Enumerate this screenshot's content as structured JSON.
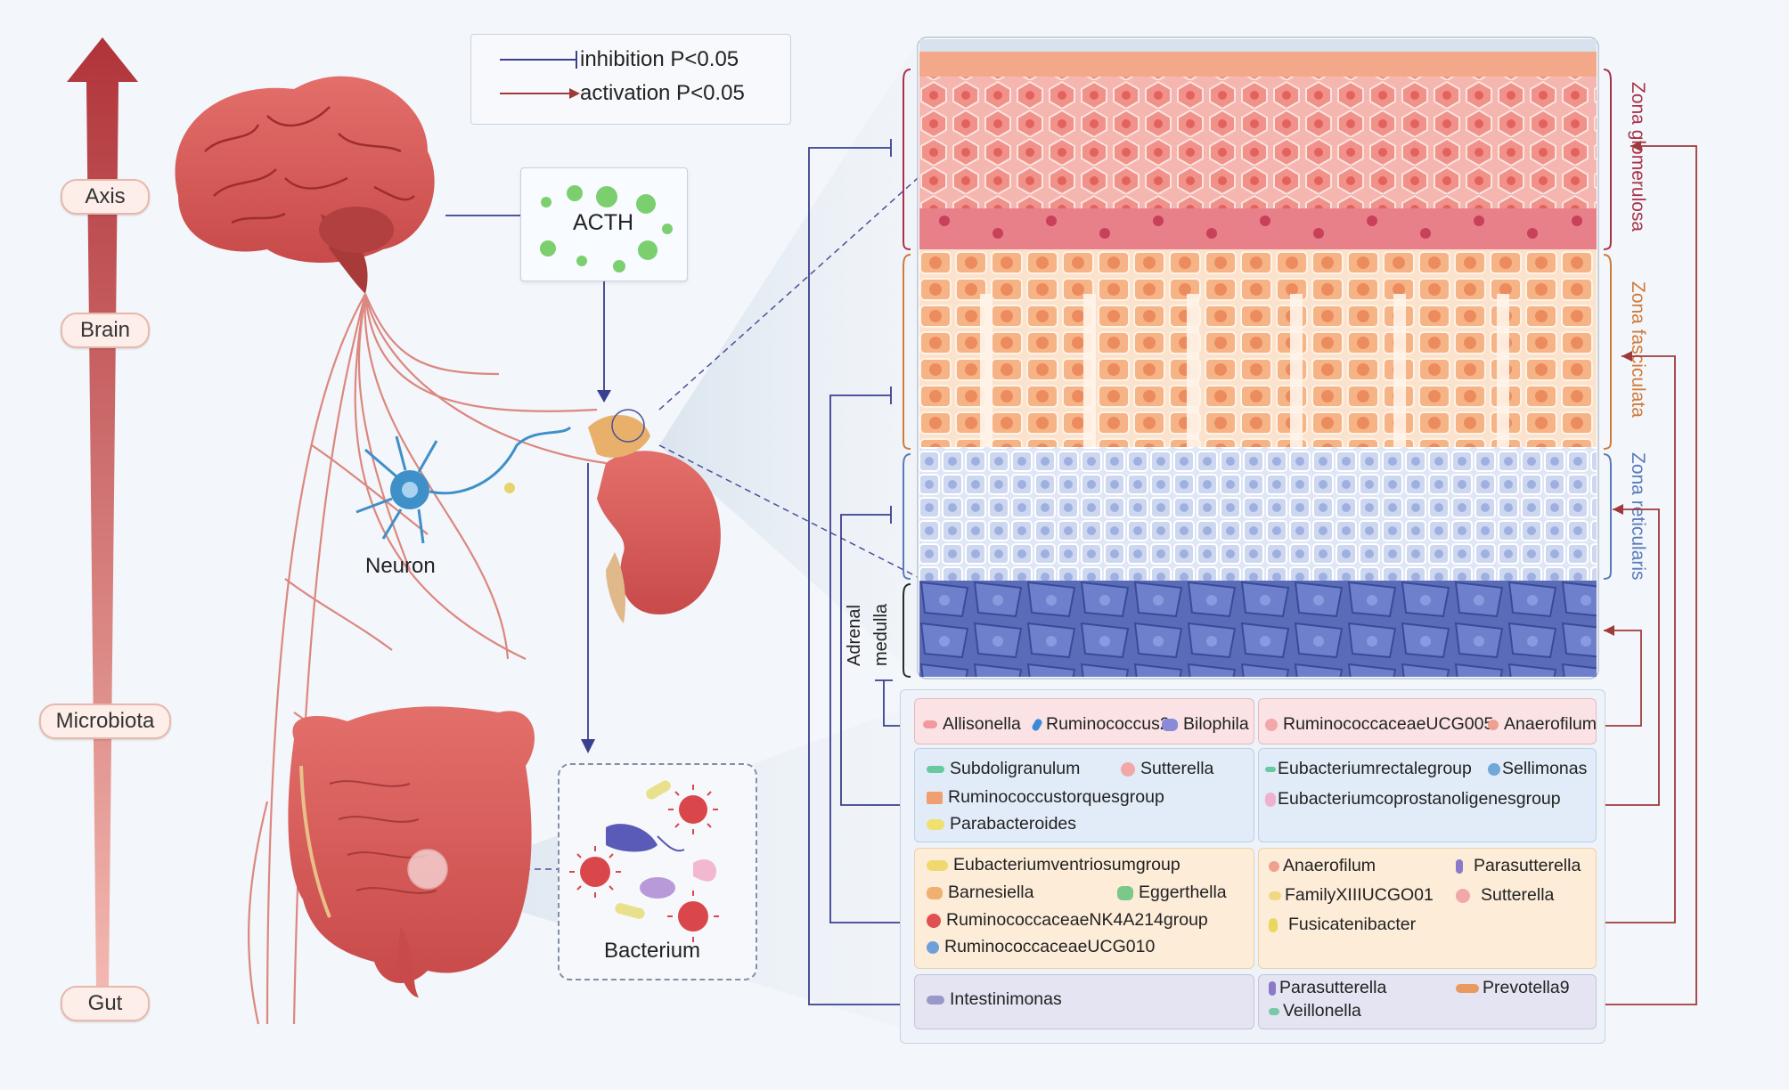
{
  "axis": {
    "labels": {
      "axis": "Axis",
      "brain": "Brain",
      "microbiota": "Microbiota",
      "gut": "Gut"
    }
  },
  "legend": {
    "inhibition": "inhibition  P<0.05",
    "activation": "activation  P<0.05"
  },
  "hormone": "ACTH",
  "neuron": "Neuron",
  "bacterium": "Bacterium",
  "adrenal": {
    "line1": "Adrenal",
    "line2": "medulla"
  },
  "zones": {
    "glomerulosa": "Zona glomerulosa",
    "fasciculata": "Zona fasciculata",
    "reticularis": "Zona reticularis"
  },
  "colors": {
    "inhibition": "#3a3f8f",
    "activation": "#a03a3a",
    "glomerulosa": "#a8324a",
    "fasciculata": "#d07a3a",
    "reticularis": "#5a7ab8"
  },
  "groups": {
    "medulla": {
      "left": [
        {
          "name": "Allisonella",
          "icon": "pink-rod-icon"
        },
        {
          "name": "Ruminococcus2",
          "icon": "blue-rod-icon"
        },
        {
          "name": "Bilophila",
          "icon": "purple-cluster-icon"
        }
      ],
      "right": [
        {
          "name": "RuminococcaceaeUCG005",
          "icon": "pink-cocci-icon"
        },
        {
          "name": "Anaerofilum",
          "icon": "pink-cocci-icon"
        }
      ]
    },
    "reticularis": {
      "left": [
        {
          "name": "Subdoligranulum",
          "icon": "green-rod-icon"
        },
        {
          "name": "Sutterella",
          "icon": "pink-cocci-icon"
        },
        {
          "name": "Ruminococcustorquesgroup",
          "icon": "orange-triangle-icon"
        },
        {
          "name": "Parabacteroides",
          "icon": "yellow-oval-icon"
        }
      ],
      "right": [
        {
          "name": "Eubacteriumrectalegroup",
          "icon": "green-rod-icon"
        },
        {
          "name": "Sellimonas",
          "icon": "blue-cocci-icon"
        },
        {
          "name": "Eubacteriumcoprostanoligenesgroup",
          "icon": "pink-flagella-icon"
        }
      ]
    },
    "fasciculata": {
      "left": [
        {
          "name": "Eubacteriumventriosumgroup",
          "icon": "yellow-rod-icon"
        },
        {
          "name": "Barnesiella",
          "icon": "orange-cluster-icon"
        },
        {
          "name": "Eggerthella",
          "icon": "green-cluster-icon"
        },
        {
          "name": "RuminococcaceaeNK4A214group",
          "icon": "red-cocci-icon"
        },
        {
          "name": "RuminococcaceaeUCG010",
          "icon": "blue-cocci-icon"
        }
      ],
      "right": [
        {
          "name": "Anaerofilum",
          "icon": "pink-cocci-icon"
        },
        {
          "name": "Parasutterella",
          "icon": "purple-chain-icon"
        },
        {
          "name": "FamilyXIIIUCGO01",
          "icon": "yellow-cluster-icon"
        },
        {
          "name": "Sutterella",
          "icon": "pink-cocci-icon"
        },
        {
          "name": "Fusicatenibacter",
          "icon": "yellow-rod-icon"
        }
      ]
    },
    "glomerulosa": {
      "left": [
        {
          "name": "Intestinimonas",
          "icon": "purple-rod-icon"
        }
      ],
      "right": [
        {
          "name": "Parasutterella",
          "icon": "purple-chain-icon"
        },
        {
          "name": "Prevotella9",
          "icon": "orange-rod-icon"
        },
        {
          "name": "Veillonella",
          "icon": "green-oval-icon"
        }
      ]
    }
  }
}
